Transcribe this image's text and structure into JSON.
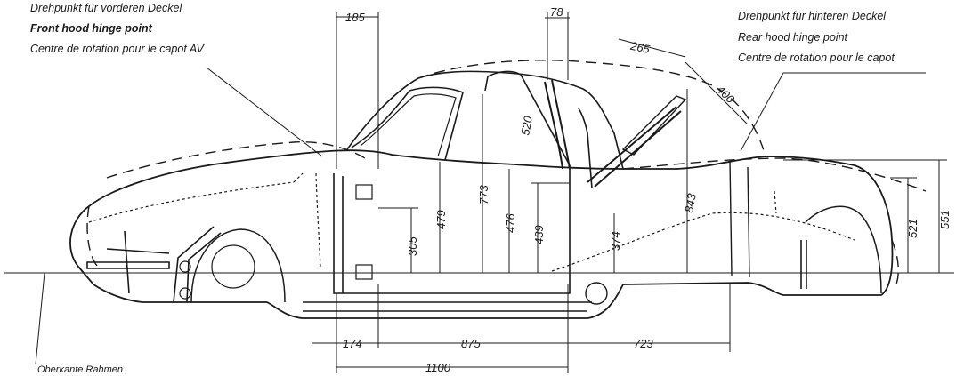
{
  "front_hinge": {
    "de": "Drehpunkt für vorderen Deckel",
    "en": "Front hood hinge point",
    "fr": "Centre de rotation pour le capot AV"
  },
  "rear_hinge": {
    "de": "Drehpunkt für hinteren Deckel",
    "en": "Rear hood hinge point",
    "fr": "Centre de rotation pour le capot"
  },
  "frame_label": "Oberkante Rahmen",
  "dimensions": {
    "d185": "185",
    "d78": "78",
    "d265": "265",
    "d400": "400",
    "d520": "520",
    "d773": "773",
    "d479": "479",
    "d305": "305",
    "d476": "476",
    "d439": "439",
    "d374": "374",
    "d843": "843",
    "d521": "521",
    "d551": "551",
    "d174": "174",
    "d875": "875",
    "d723": "723",
    "d1100": "1100"
  }
}
